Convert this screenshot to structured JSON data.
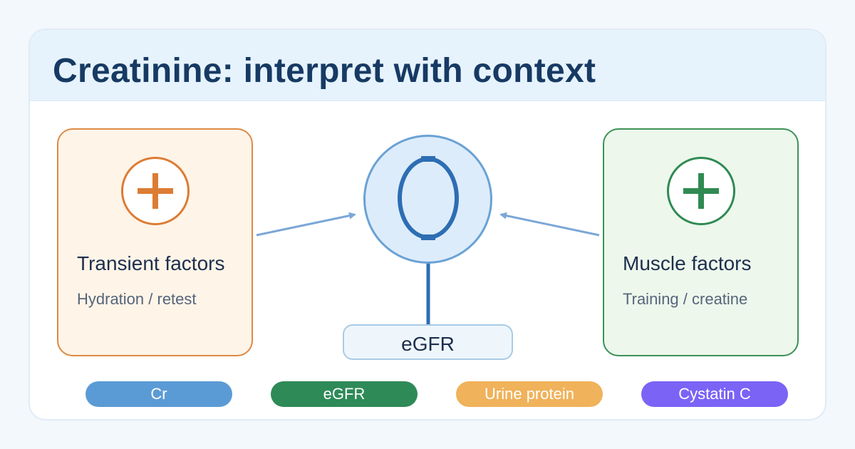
{
  "title": "Creatinine: interpret with context",
  "left_factor": {
    "label": "Transient factors",
    "sub": "Hydration / retest",
    "icon": "plus-icon",
    "color": "#dc7c34"
  },
  "right_factor": {
    "label": "Muscle factors",
    "sub": "Training / creatine",
    "icon": "plus-icon",
    "color": "#2f8a52"
  },
  "center": {
    "icon": "kidney-icon",
    "label": "eGFR"
  },
  "pills": [
    {
      "label": "Cr",
      "color": "#5b9bd5"
    },
    {
      "label": "eGFR",
      "color": "#2e8a57"
    },
    {
      "label": "Urine protein",
      "color": "#f0b25a"
    },
    {
      "label": "Cystatin C",
      "color": "#7b63f6"
    }
  ]
}
